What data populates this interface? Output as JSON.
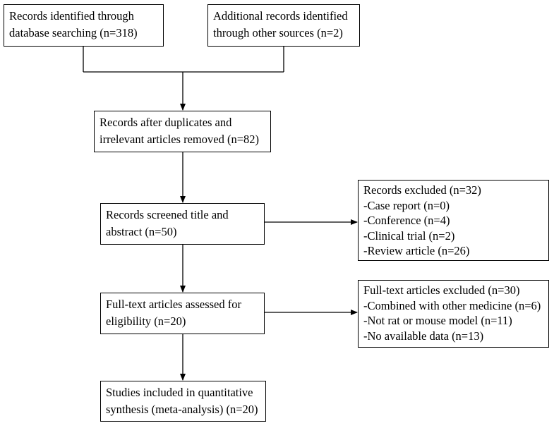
{
  "boxes": {
    "database": [
      "Records identified through",
      "database searching (n=318)"
    ],
    "other_sources": [
      "Additional records identified",
      "through other sources (n=2)"
    ],
    "duplicates_removed": [
      "Records after duplicates and",
      "irrelevant articles removed (n=82)"
    ],
    "screened": [
      "Records screened title and",
      "abstract (n=50)"
    ],
    "records_excluded": [
      "Records excluded (n=32)",
      "-Case report (n=0)",
      "-Conference (n=4)",
      "-Clinical trial (n=2)",
      "-Review article (n=26)"
    ],
    "full_text": [
      "Full-text articles assessed for",
      "eligibility (n=20)"
    ],
    "full_text_excluded": [
      "Full-text articles excluded (n=30)",
      "-Combined with other medicine (n=6)",
      "-Not rat or mouse model (n=11)",
      "-No available data (n=13)"
    ],
    "included": [
      "Studies included in quantitative",
      "synthesis (meta-analysis) (n=20)"
    ]
  },
  "colors": {
    "stroke": "#000000",
    "background": "#ffffff"
  }
}
